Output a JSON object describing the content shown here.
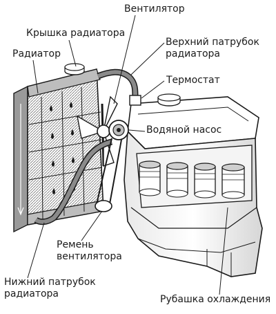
{
  "labels": {
    "fan": "Вентилятор",
    "radiator_cap": "Крышка радиатора",
    "radiator": "Радиатор",
    "upper_hose": [
      "Верхний патрубок",
      "радиатора"
    ],
    "thermostat": "Термостат",
    "water_pump": "Водяной насос",
    "fan_belt": [
      "Ремень",
      "вентилятора"
    ],
    "lower_hose": [
      "Нижний патрубок",
      "радиатора"
    ],
    "cooling_jacket": "Рубашка охлаждения"
  },
  "colors": {
    "ink": "#1a1a1a",
    "shade": "#9a9a9a",
    "paper": "#ffffff"
  }
}
